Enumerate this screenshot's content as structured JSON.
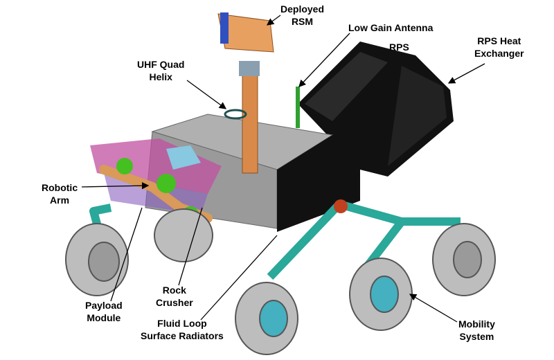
{
  "labels": {
    "deployed_rsm": [
      "Deployed",
      "RSM"
    ],
    "low_gain_antenna": [
      "Low  Gain Antenna"
    ],
    "rps": [
      "RPS"
    ],
    "rps_heat_exchanger": [
      "RPS Heat",
      "Exchanger"
    ],
    "uhf_quad_helix": [
      "UHF Quad",
      "Helix"
    ],
    "robotic_arm": [
      "Robotic",
      "Arm"
    ],
    "rock_crusher": [
      "Rock",
      "Crusher"
    ],
    "payload_module": [
      "Payload",
      "Module"
    ],
    "fluid_loop_surface_radiators": [
      "Fluid Loop",
      "Surface Radiators"
    ],
    "mobility_system": [
      "Mobility",
      "System"
    ]
  },
  "colors": {
    "body": "#9a9a9a",
    "radiator": "#111111",
    "legs": "#2aa89a",
    "mast": "#d98a4a",
    "payload": "#c050a0",
    "arm": "#44c020",
    "wheels": "#b8b8b8"
  }
}
